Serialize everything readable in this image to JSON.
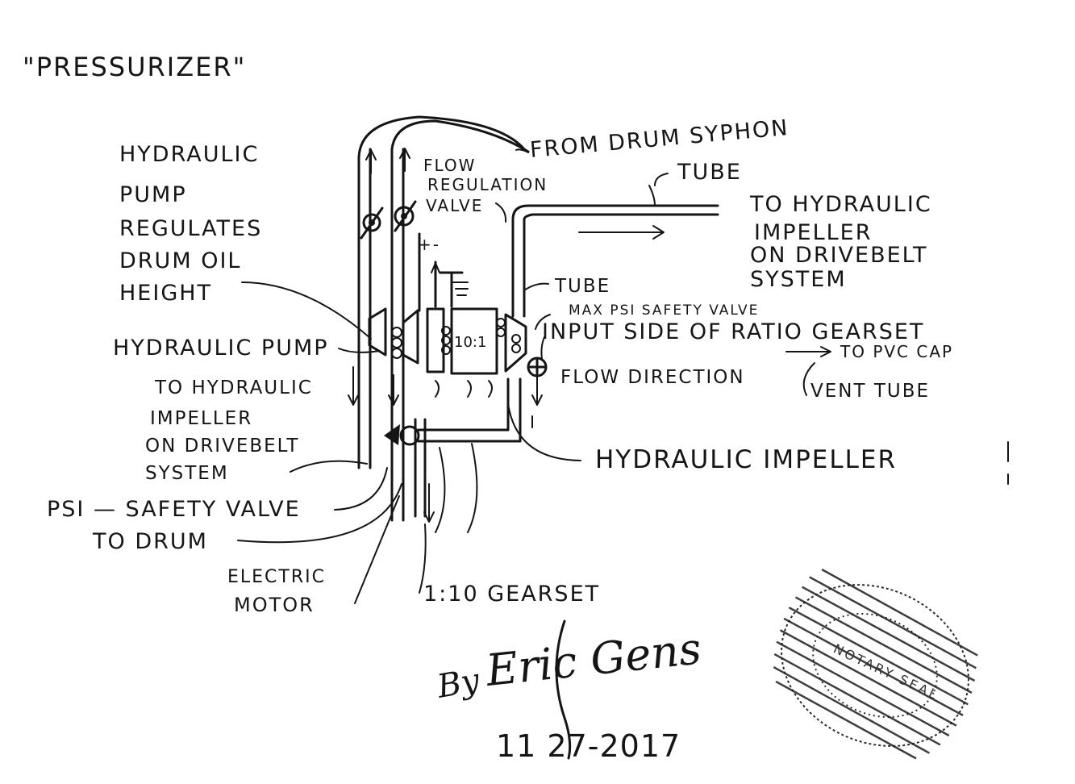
{
  "title": "\"PRESSURIZER\"",
  "labels": {
    "hydraulic_pump_regulates": [
      "HYDRAULIC",
      "PUMP",
      "REGULATES",
      "DRUM OIL",
      "HEIGHT"
    ],
    "hydraulic_pump": "HYDRAULIC PUMP",
    "to_impeller_left": [
      "TO HYDRAULIC",
      "IMPELLER",
      "ON DRIVEBELT",
      "SYSTEM"
    ],
    "psi_safety_valve": "PSI — SAFETY VALVE",
    "to_drum": "TO DRUM",
    "electric_motor": [
      "ELECTRIC",
      "MOTOR"
    ],
    "gearset_1_10": "1:10 GEARSET",
    "flow_regulation_valve": [
      "FLOW",
      "REGULATION",
      "VALVE"
    ],
    "from_drum_syphon": "FROM DRUM SYPHON",
    "tube_top": "TUBE",
    "to_impeller_right": [
      "TO HYDRAULIC",
      "IMPELLER",
      "ON DRIVEBELT",
      "SYSTEM"
    ],
    "tube_mid": "TUBE",
    "max_psi_safety_valve": "MAX PSI SAFETY VALVE",
    "input_side": "INPUT SIDE OF RATIO GEARSET",
    "to_pvc_cap": "TO PVC CAP",
    "flow_direction": "FLOW DIRECTION",
    "vent_tube": "VENT TUBE",
    "hydraulic_impeller": "HYDRAULIC IMPELLER",
    "ratio_box": "10:1",
    "plus_minus": "+-"
  },
  "signature": {
    "by": "By",
    "name": "Eric Gens",
    "date": "11 27-2017"
  },
  "stamp": {
    "text": "NOTARY SEAL"
  }
}
